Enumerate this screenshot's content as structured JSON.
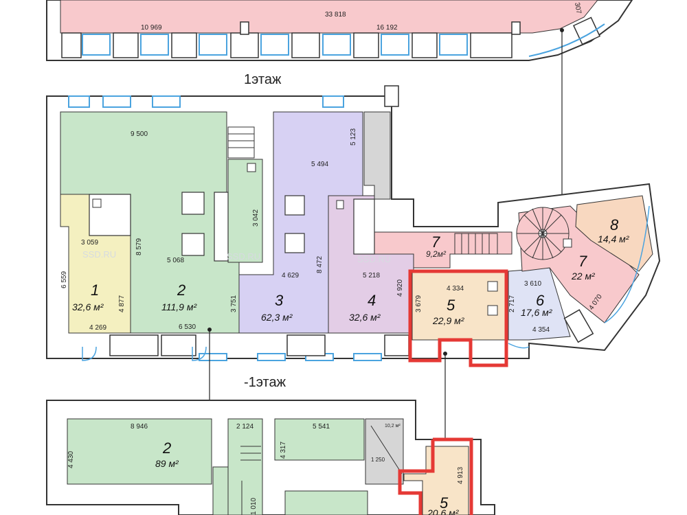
{
  "colors": {
    "pink": "#f8c9cc",
    "green": "#c8e6c9",
    "yellow": "#f4f0c0",
    "lavender": "#d7d1f3",
    "mauve": "#e3cde6",
    "peach": "#f8d8c0",
    "light_blue": "#dfe3f5",
    "highlight": "#e53935"
  },
  "watermark": "SSD.RU",
  "top_floor": {
    "dims": [
      "33 818",
      "10 969",
      "16 192",
      "307"
    ]
  },
  "floor1": {
    "title": "1этаж",
    "dims": [
      "9 500",
      "5 494",
      "5 123",
      "3 059",
      "8 579",
      "5 068",
      "6 559",
      "4 877",
      "4 269",
      "6 530",
      "3 751",
      "3 042",
      "4 629",
      "8 472",
      "5 218",
      "4 920",
      "4 334",
      "3 679",
      "2 717",
      "3 610",
      "4 354",
      "4 070"
    ],
    "rooms": [
      {
        "num": "1",
        "area": "32,6 м²"
      },
      {
        "num": "2",
        "area": "111,9 м²"
      },
      {
        "num": "3",
        "area": "62,3 м²"
      },
      {
        "num": "4",
        "area": "32,6 м²"
      },
      {
        "num": "5",
        "area": "22,9 м²"
      },
      {
        "num": "6",
        "area": "17,6 м²"
      },
      {
        "num": "7",
        "area": "22 м²"
      },
      {
        "num": "8",
        "area": "14,4 м²"
      },
      {
        "num": "7",
        "area": "9,2м²"
      }
    ]
  },
  "floor_minus1": {
    "title": "-1этаж",
    "dims": [
      "8 946",
      "4 430",
      "2 124",
      "5 541",
      "4 317",
      "10,2 м²",
      "1 250",
      "4 913",
      "1 010"
    ],
    "rooms": [
      {
        "num": "2",
        "area": "89 м²"
      },
      {
        "num": "5",
        "area": "20,6 м²"
      }
    ]
  }
}
